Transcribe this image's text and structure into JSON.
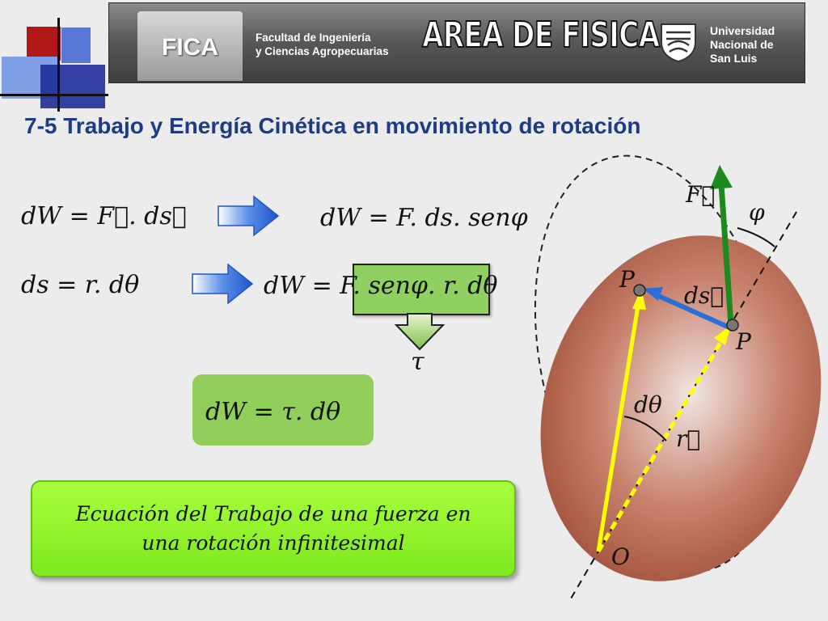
{
  "header": {
    "fica": "FICA",
    "facultad_line1": "Facultad de Ingeniería",
    "facultad_line2": "y Ciencias Agropecuarias",
    "area": "AREA DE FISICA",
    "unsl_line1": "Universidad",
    "unsl_line2": "Nacional de",
    "unsl_line3": "San Luis"
  },
  "title": "7-5 Trabajo y Energía Cinética en movimiento de rotación",
  "equations": {
    "eq1": "dW = F⃗. ds⃗",
    "eq2": "dW = F. ds. senφ",
    "eq3": "ds = r. dθ",
    "eq4_prefix": "dW = ",
    "eq4_highlight": "F. senφ. r",
    "eq4_suffix": ". dθ",
    "tau": "τ",
    "result": "dW = τ. dθ"
  },
  "note": {
    "line1": "Ecuación del Trabajo de una fuerza en",
    "line2": "una rotación infinitesimal"
  },
  "diagram": {
    "label_F": "F⃗",
    "label_phi": "φ",
    "label_P1": "P",
    "label_ds": "ds⃗",
    "label_P2": "P",
    "label_dtheta": "dθ",
    "label_r": "r⃗",
    "label_O": "O"
  },
  "colors": {
    "title": "#1f3b84",
    "arrow_blue": "#2f6fe0",
    "force_green": "#1d8a1d",
    "radius_yellow": "#ffff00",
    "ds_blue": "#2a6fd6",
    "body_brown": "#b8614a",
    "result_box": "#92cf5a",
    "note_box": "#8ff02a"
  }
}
